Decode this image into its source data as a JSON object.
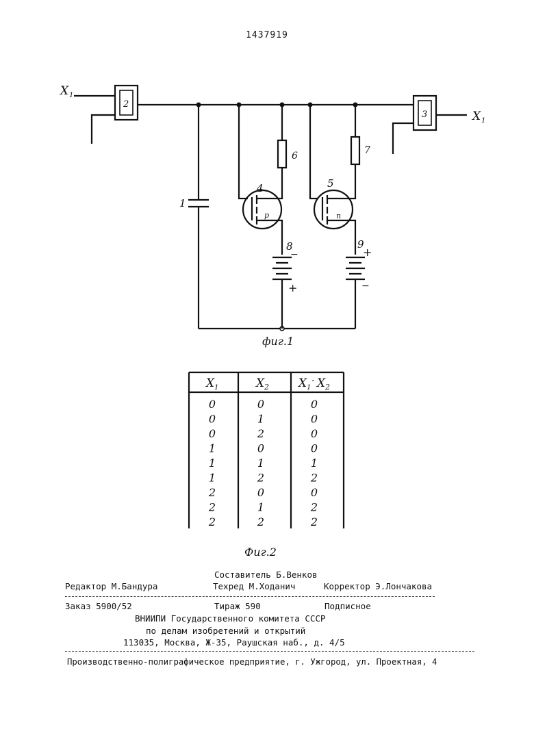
{
  "header": {
    "patent_number": "1437919"
  },
  "figure1": {
    "caption": "фиг.1",
    "labels": {
      "input": "X",
      "input_sub": "1",
      "output": "X",
      "output_sub": "1",
      "block2": "2",
      "block3": "3",
      "capacitor": "1",
      "transistor_p_num": "4",
      "transistor_n_num": "5",
      "resistor6": "6",
      "resistor7": "7",
      "battery8": "8",
      "battery9": "9",
      "p_type": "p",
      "n_type": "n",
      "b8_top": "−",
      "b8_bottom": "+",
      "b9_top": "+",
      "b9_bottom": "−"
    }
  },
  "figure2": {
    "caption": "Фиг.2",
    "headers": [
      {
        "main": "X",
        "sub": "1"
      },
      {
        "main": "X",
        "sub": "2"
      },
      {
        "main": "X",
        "sub": "1",
        "op": "·",
        "main2": "X",
        "sub2": "2"
      }
    ],
    "rows": [
      [
        "0",
        "0",
        "0"
      ],
      [
        "0",
        "1",
        "0"
      ],
      [
        "0",
        "2",
        "0"
      ],
      [
        "1",
        "0",
        "0"
      ],
      [
        "1",
        "1",
        "1"
      ],
      [
        "1",
        "2",
        "2"
      ],
      [
        "2",
        "0",
        "0"
      ],
      [
        "2",
        "1",
        "2"
      ],
      [
        "2",
        "2",
        "2"
      ]
    ]
  },
  "colophon": {
    "compiler": "Составитель Б.Венков",
    "editor": "Редактор М.Бандура",
    "techred": "Техред М.Ходанич",
    "corrector": "Корректор Э.Лончакова",
    "order": "Заказ 5900/52",
    "circulation": "Тираж 590",
    "subscription": "Подписное",
    "org_line1": "ВНИИПИ Государственного комитета СССР",
    "org_line2": "по делам изобретений и открытий",
    "org_line3": "113035, Москва, Ж-35, Раушская наб., д. 4/5",
    "printer": "Производственно-полиграфическое предприятие, г. Ужгород, ул. Проектная, 4"
  }
}
